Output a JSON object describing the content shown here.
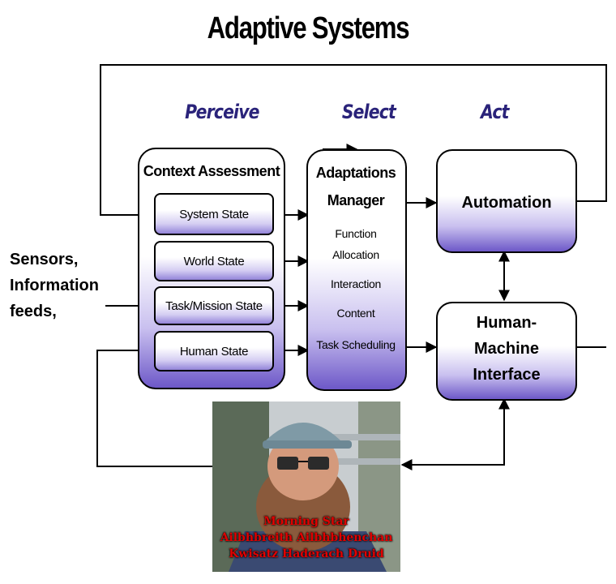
{
  "title": "Adaptive Systems",
  "phases": {
    "perceive": "Perceive",
    "select": "Select",
    "act": "Act"
  },
  "context": {
    "title": "Context Assessment",
    "states": [
      "System State",
      "World State",
      "Task/Mission State",
      "Human State"
    ]
  },
  "manager": {
    "title_line1": "Adaptations",
    "title_line2": "Manager",
    "items": [
      "Function",
      "Allocation",
      "Interaction",
      "Content",
      "Task Scheduling"
    ]
  },
  "act": {
    "automation": "Automation",
    "hmi_lines": [
      "Human-",
      "Machine",
      "Interface"
    ]
  },
  "inputs": {
    "lines": [
      "Sensors,",
      "Information",
      "feeds,"
    ]
  },
  "photo": {
    "caption_lines": [
      "Morning Star",
      "Ailbhbreith Ailbhbhenchan",
      "Kwisatz Haderach Druid"
    ]
  },
  "colors": {
    "phase_text": "#2a237a",
    "box_gradient_dark": "#6d58c8",
    "caption": "#e10000"
  }
}
